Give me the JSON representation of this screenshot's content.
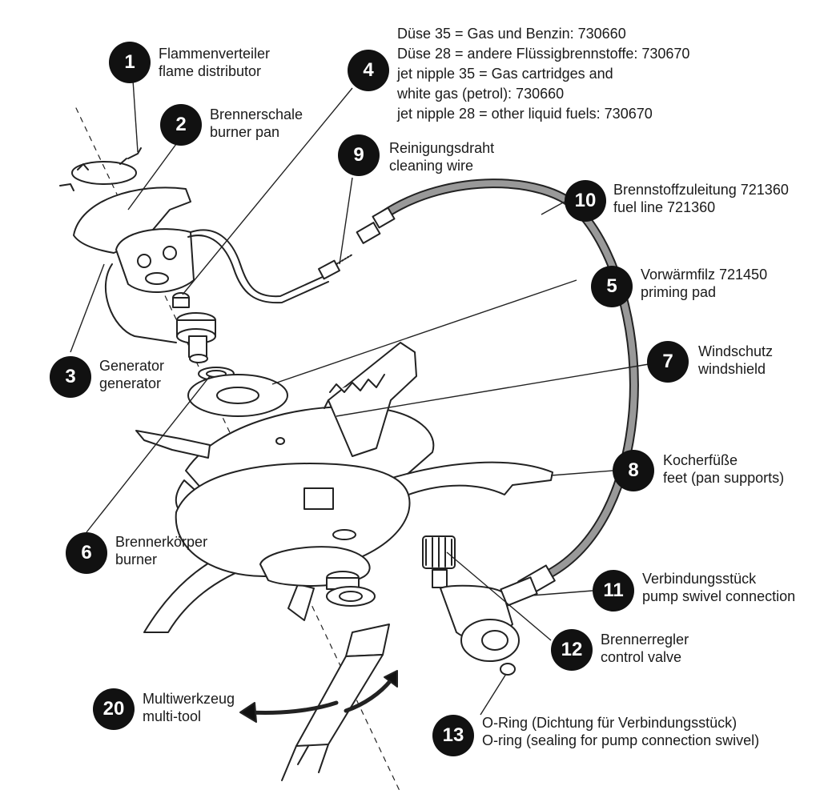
{
  "parts": [
    {
      "num": "1",
      "de": "Flammenverteiler",
      "en": "flame distributor"
    },
    {
      "num": "2",
      "de": "Brennerschale",
      "en": "burner pan"
    },
    {
      "num": "3",
      "de": "Generator",
      "en": "generator"
    },
    {
      "num": "4"
    },
    {
      "num": "5",
      "de": "Vorwärmfilz 721450",
      "en": "priming pad"
    },
    {
      "num": "6",
      "de": "Brennerkörper",
      "en": "burner"
    },
    {
      "num": "7",
      "de": "Windschutz",
      "en": "windshield"
    },
    {
      "num": "8",
      "de": "Kocherfüße",
      "en": "feet (pan supports)"
    },
    {
      "num": "9",
      "de": "Reinigungsdraht",
      "en": "cleaning wire"
    },
    {
      "num": "10",
      "de": "Brennstoffzuleitung 721360",
      "en": "fuel line 721360"
    },
    {
      "num": "11",
      "de": "Verbindungsstück",
      "en": "pump swivel connection"
    },
    {
      "num": "12",
      "de": "Brennerregler",
      "en": "control valve"
    },
    {
      "num": "13",
      "de": "O-Ring (Dichtung für Verbindungsstück)",
      "en": "O-ring (sealing for pump connection swivel)"
    },
    {
      "num": "20",
      "de": "Multiwerkzeug",
      "en": "multi-tool"
    }
  ],
  "jet_note": [
    "Düse 35 = Gas und Benzin: 730660",
    "Düse 28 = andere Flüssigbrennstoffe: 730670",
    "jet nipple 35 = Gas cartridges and",
    "white gas (petrol): 730660",
    "jet nipple 28 = other liquid fuels: 730670"
  ]
}
